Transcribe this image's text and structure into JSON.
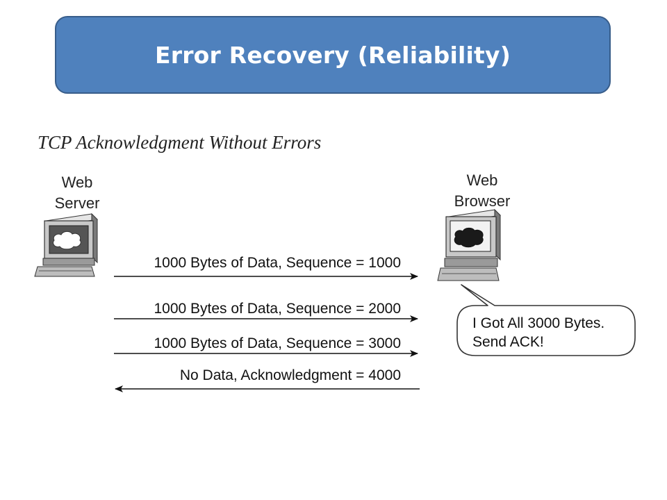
{
  "slide": {
    "title": "Error Recovery (Reliability)"
  },
  "diagram": {
    "subtitle": "TCP Acknowledgment Without Errors",
    "server_label_line1": "Web",
    "server_label_line2": "Server",
    "browser_label_line1": "Web",
    "browser_label_line2": "Browser",
    "messages": [
      {
        "text": "1000 Bytes of Data, Sequence = 1000",
        "direction": "server-to-browser"
      },
      {
        "text": "1000 Bytes of Data, Sequence = 2000",
        "direction": "server-to-browser"
      },
      {
        "text": "1000 Bytes of Data, Sequence = 3000",
        "direction": "server-to-browser"
      },
      {
        "text": "No Data, Acknowledgment = 4000",
        "direction": "browser-to-server"
      }
    ],
    "callout_line1": "I Got All 3000 Bytes.",
    "callout_line2": "Send ACK!",
    "icons": {
      "server": "computer-icon",
      "browser": "computer-icon"
    },
    "colors": {
      "banner": "#4f81bd",
      "banner_border": "#385d8a",
      "banner_text": "#ffffff"
    }
  }
}
